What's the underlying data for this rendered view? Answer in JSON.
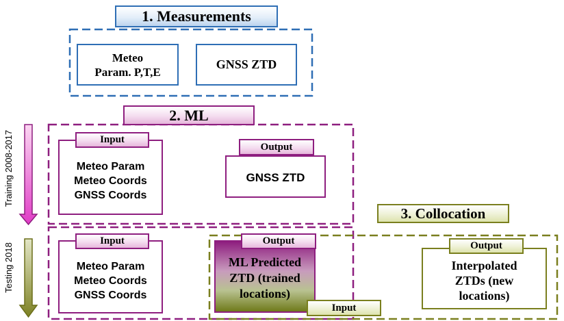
{
  "measurements": {
    "title": "1. Measurements",
    "meteo_box": [
      "Meteo",
      "Param. P,T,E"
    ],
    "gnss_box": "GNSS ZTD"
  },
  "ml": {
    "title": "2. ML",
    "training": {
      "side_label": "Training 2008-2017",
      "input_tab": "Input",
      "input_lines": [
        "Meteo Param",
        "Meteo Coords",
        "GNSS Coords"
      ],
      "output_tab": "Output",
      "output_box": "GNSS ZTD"
    },
    "testing": {
      "side_label": "Testing 2018",
      "input_tab": "Input",
      "input_lines": [
        "Meteo Param",
        "Meteo Coords",
        "GNSS Coords"
      ],
      "output_tab": "Output",
      "output_lines": [
        "ML Predicted",
        "ZTD (trained",
        "locations)"
      ]
    }
  },
  "collocation": {
    "title": "3. Collocation",
    "input_tab": "Input",
    "output_tab": "Output",
    "output_lines": [
      "Interpolated",
      "ZTDs (new",
      "locations)"
    ]
  },
  "colors": {
    "blue": "#2e6eb5",
    "purple": "#8e1e7f",
    "olive": "#7a7f1e",
    "training_arrow": "#e040c0",
    "testing_arrow": "#8a8a2a"
  }
}
